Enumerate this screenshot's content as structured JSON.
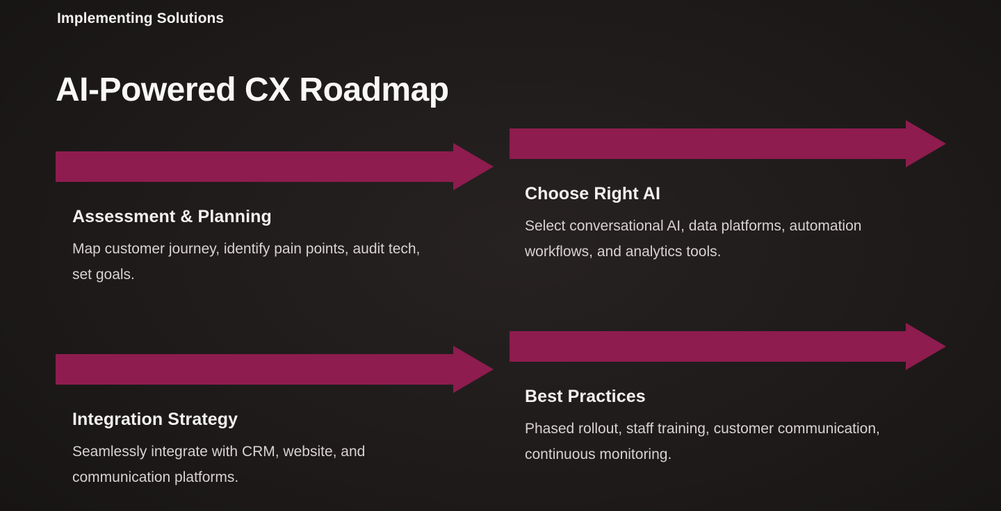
{
  "page": {
    "eyebrow": "Implementing Solutions",
    "title": "AI-Powered CX Roadmap"
  },
  "colors": {
    "arrow": "#8e1c4e",
    "background": "#1e1a1a",
    "heading": "#f3f0f0",
    "body_text": "#d8d2d2"
  },
  "steps": [
    {
      "title": "Assessment & Planning",
      "description": "Map customer journey, identify pain points, audit tech,\nset goals."
    },
    {
      "title": "Choose Right AI",
      "description": "Select conversational AI, data platforms, automation\nworkflows, and analytics tools."
    },
    {
      "title": "Integration Strategy",
      "description": "Seamlessly integrate with CRM, website, and\ncommunication platforms."
    },
    {
      "title": "Best Practices",
      "description": "Phased rollout, staff training, customer communication,\ncontinuous monitoring."
    }
  ]
}
